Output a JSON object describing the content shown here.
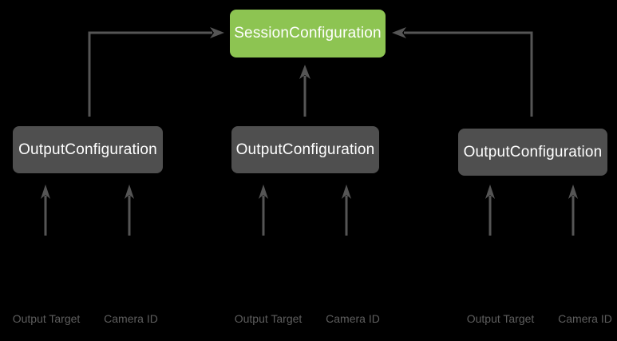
{
  "diagram": {
    "session_box": {
      "label": "SessionConfiguration"
    },
    "output_boxes": [
      {
        "label": "OutputConfiguration"
      },
      {
        "label": "OutputConfiguration"
      },
      {
        "label": "OutputConfiguration"
      }
    ],
    "input_labels": [
      {
        "left": "Output Target",
        "right": "Camera ID"
      },
      {
        "left": "Output Target",
        "right": "Camera ID"
      },
      {
        "left": "Output Target",
        "right": "Camera ID"
      }
    ],
    "icons": {
      "connector_arrows": "arrow-icon"
    },
    "colors": {
      "background": "#000000",
      "session_fill": "#8DC452",
      "output_fill": "#4F4F4F",
      "connector": "#555555",
      "input_label_text": "#5E5E5E",
      "box_text": "#FFFFFF"
    }
  }
}
